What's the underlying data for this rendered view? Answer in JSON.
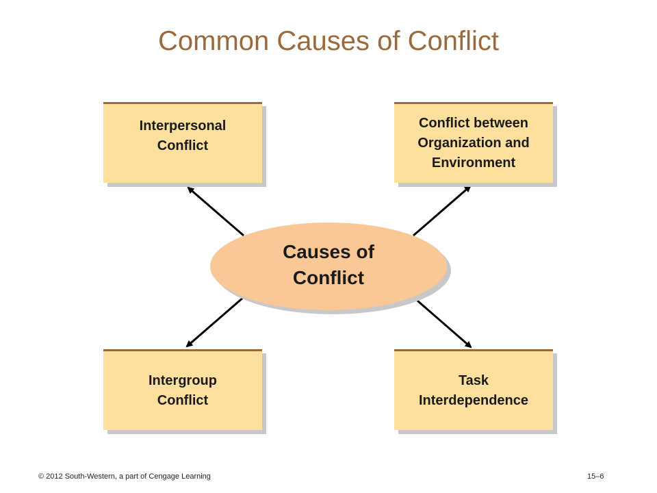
{
  "title": "Common Causes of Conflict",
  "center": {
    "label": "Causes of\nConflict"
  },
  "boxes": {
    "top_left": "Interpersonal\nConflict",
    "top_right": "Conflict between\nOrganization and\nEnvironment",
    "bottom_left": "Intergroup\nConflict",
    "bottom_right": "Task\nInterdependence"
  },
  "footer": {
    "copyright": "© 2012 South-Western, a part of Cengage Learning",
    "page": "15–6"
  },
  "colors": {
    "title": "#9a6a3c",
    "box_fill": "#fddf9e",
    "box_border": "#9a6a3c",
    "ellipse_fill": "#f9c896",
    "shadow": "#c8c8c8",
    "arrow": "#000000"
  }
}
